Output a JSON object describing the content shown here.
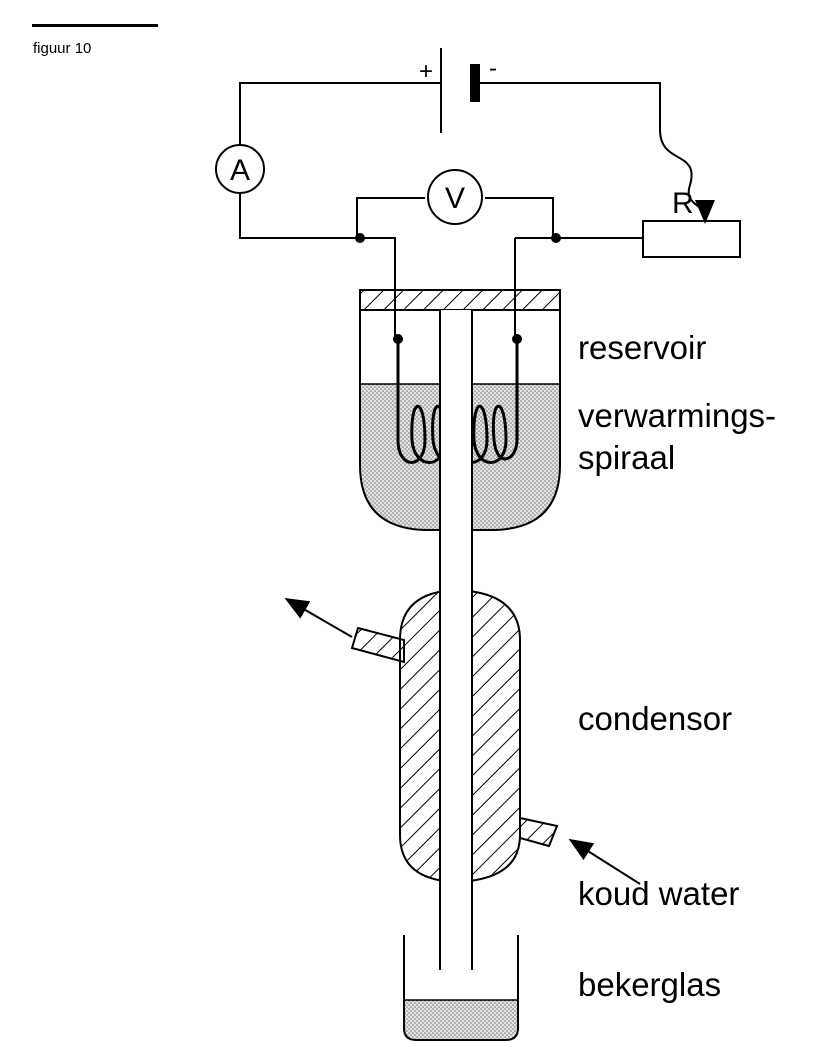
{
  "figure": {
    "caption": "figuur 10"
  },
  "circuit": {
    "battery_plus": "+",
    "battery_minus": "-",
    "ammeter": "A",
    "voltmeter": "V",
    "resistor": "R"
  },
  "labels": {
    "reservoir": "reservoir",
    "spiral_line1": "verwarmings-",
    "spiral_line2": "spiraal",
    "condenser": "condensor",
    "cold_water": "koud water",
    "beaker": "bekerglas"
  },
  "colors": {
    "line": "#000000",
    "liquid_fill": "#d8d8d8"
  }
}
